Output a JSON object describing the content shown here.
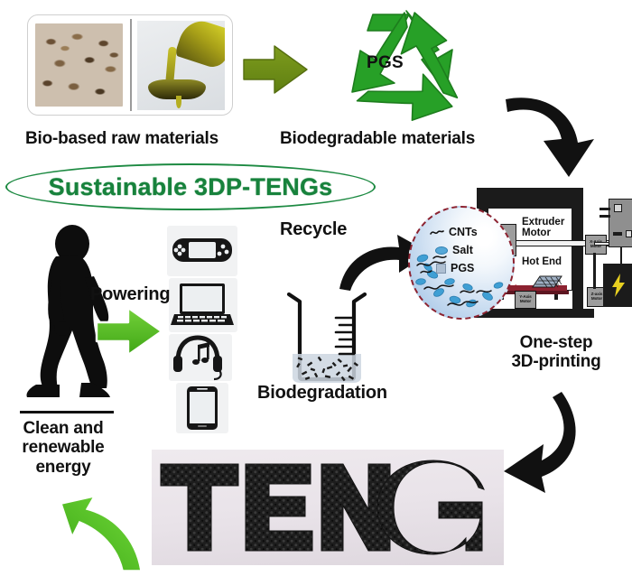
{
  "figure": {
    "title": "Sustainable  3DP-TENGs",
    "accent_green": "#17823c",
    "arrow_olive": "#6f8f17",
    "arrow_bright_green": "#5bc428",
    "recycle_green": "#2aa02a",
    "inset_border_red": "#8c2230"
  },
  "stages": {
    "raw_materials_label": "Bio-based raw materials",
    "biodegradable_label": "Biodegradable materials",
    "recycle_label": "Recycle",
    "biodegradation_label": "Biodegradation",
    "powering_label": "Powering",
    "clean_energy_label": "Clean and\nrenewable\nenergy",
    "printing_label": "One-step\n3D-printing"
  },
  "recycle_symbol": {
    "center_text": "PGS"
  },
  "inset_legend": {
    "items": [
      {
        "marker": "cnt-squiggle",
        "label": "CNTs"
      },
      {
        "marker": "salt-ellipse",
        "label": "Salt"
      },
      {
        "marker": "pgs-square",
        "label": "PGS"
      }
    ]
  },
  "printer_parts": {
    "extruder_motor": "Extruder\nMotor",
    "hot_end": "Hot End",
    "x_axis_motor": "X-Axis\nMotor",
    "y_axis_motor": "Y-Axis\nMotor",
    "z_axis_motor_left": "Z-axis\nMotor",
    "z_axis_motor_right": "Z-axis\nMotor",
    "power_icon": "lightning-bolt-icon"
  },
  "devices": [
    {
      "name": "handheld-game-console"
    },
    {
      "name": "laptop"
    },
    {
      "name": "headphones"
    },
    {
      "name": "smartphone"
    }
  ],
  "raw_material_images": [
    {
      "name": "castor-beans"
    },
    {
      "name": "castor-oil-pouring"
    }
  ],
  "printed_sample": {
    "text": "TENG"
  }
}
